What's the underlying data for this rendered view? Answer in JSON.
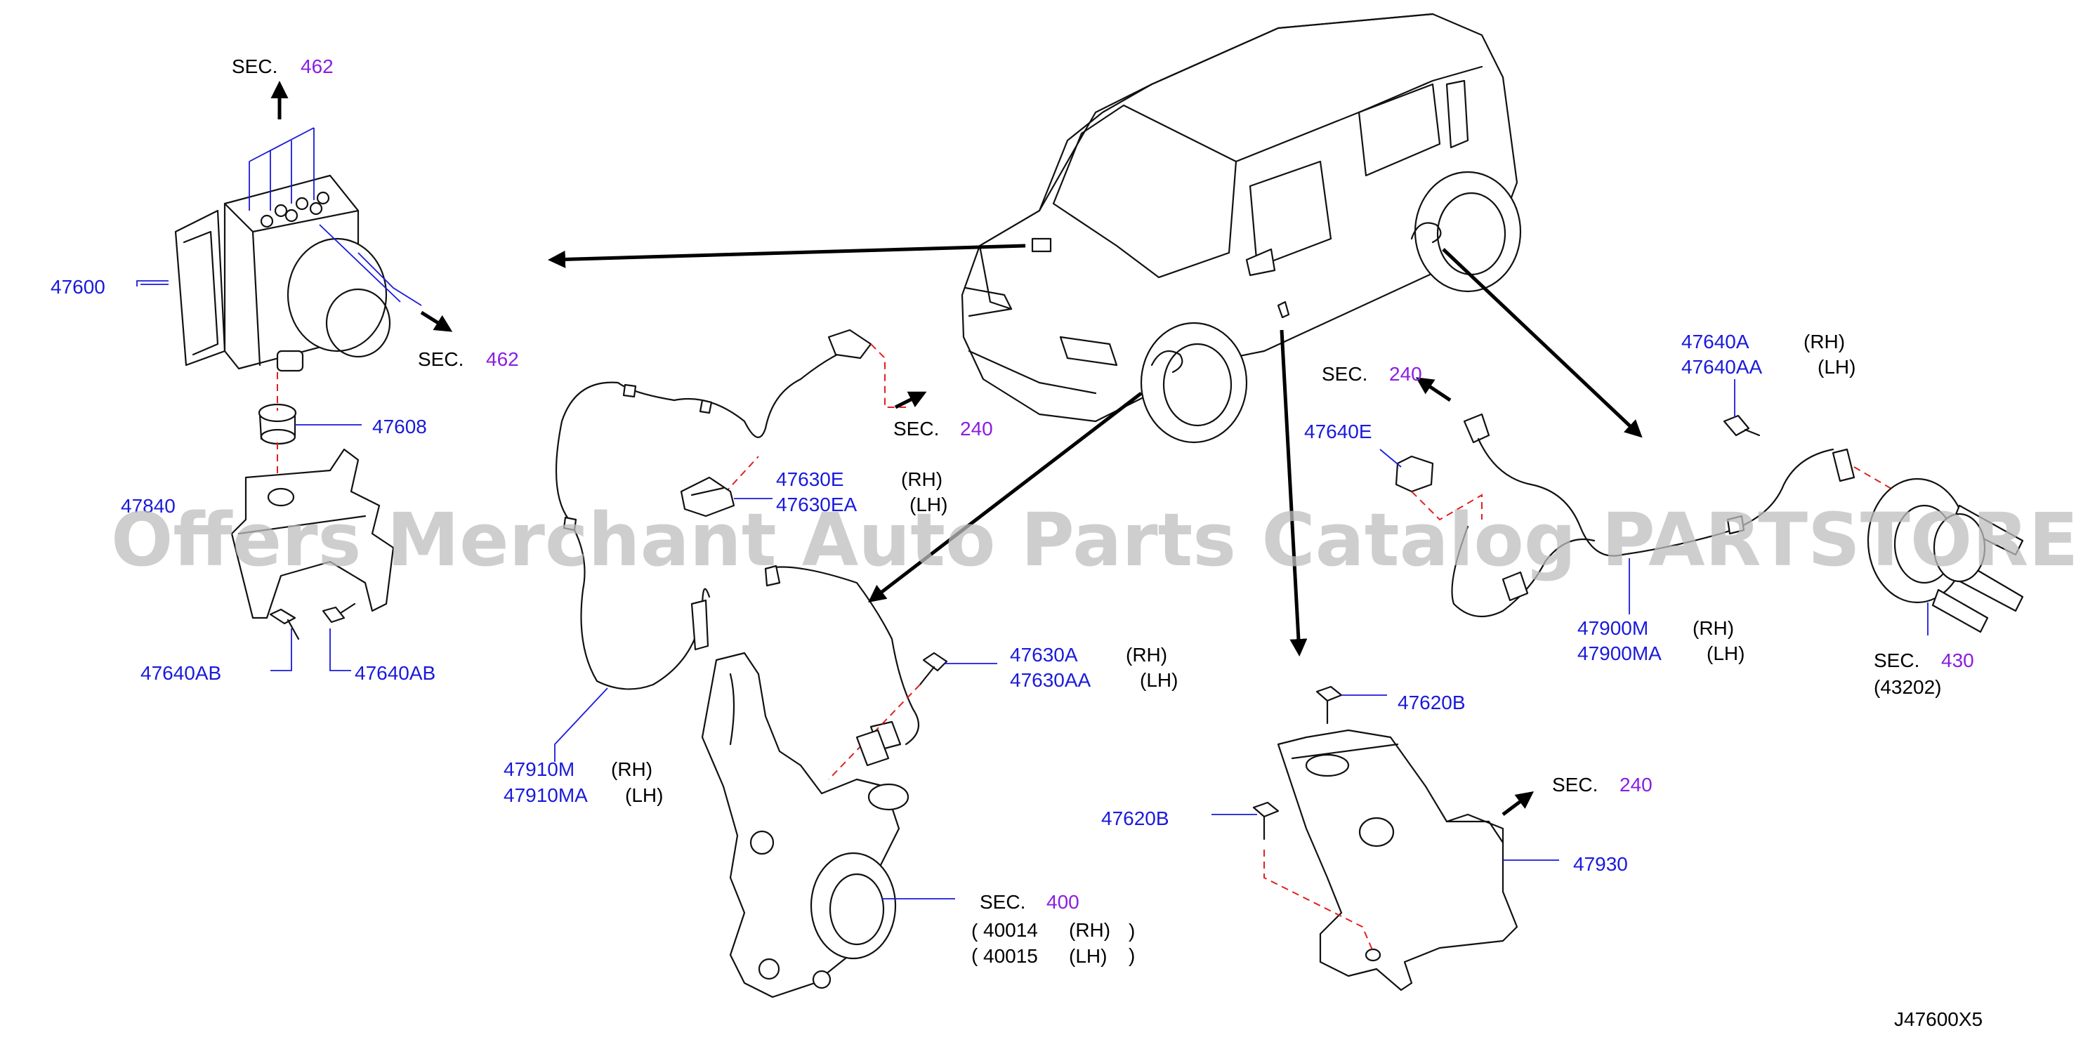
{
  "diagram_code": "J47600X5",
  "watermark": "Offers Merchant Auto Parts Catalog PARTSTORE.SA",
  "colors": {
    "part_number": "#1a1adb",
    "section_number": "#8a1ee0",
    "dashed_guide": "#e02020",
    "line": "#111111"
  },
  "sections": {
    "sec_462_top": {
      "prefix": "SEC.",
      "number": "462"
    },
    "sec_462_right": {
      "prefix": "SEC.",
      "number": "462"
    },
    "sec_240_wire": {
      "prefix": "SEC.",
      "number": "240"
    },
    "sec_240_rear": {
      "prefix": "SEC.",
      "number": "240"
    },
    "sec_240_bracket": {
      "prefix": "SEC.",
      "number": "240"
    },
    "sec_430": {
      "prefix": "SEC.",
      "number": "430",
      "ref": "(43202)"
    },
    "sec_400": {
      "prefix": "SEC.",
      "number": "400",
      "ref_rh": "40014",
      "ref_lh": "40015",
      "rh": "(RH)",
      "lh": "(LH)"
    }
  },
  "parts": {
    "p47600": "47600",
    "p47608": "47608",
    "p47840": "47840",
    "p47640ab_left": "47640AB",
    "p47640ab_right": "47640AB",
    "p47630e": {
      "rh_pn": "47630E",
      "lh_pn": "47630EA",
      "rh": "(RH)",
      "lh": "(LH)"
    },
    "p47630a": {
      "rh_pn": "47630A",
      "lh_pn": "47630AA",
      "rh": "(RH)",
      "lh": "(LH)"
    },
    "p47910m": {
      "rh_pn": "47910M",
      "lh_pn": "47910MA",
      "rh": "(RH)",
      "lh": "(LH)"
    },
    "p47640e": "47640E",
    "p47640a": {
      "rh_pn": "47640A",
      "lh_pn": "47640AA",
      "rh": "(RH)",
      "lh": "(LH)"
    },
    "p47900m": {
      "rh_pn": "47900M",
      "lh_pn": "47900MA",
      "rh": "(RH)",
      "lh": "(LH)"
    },
    "p47620b_top": "47620B",
    "p47620b_left": "47620B",
    "p47930": "47930"
  }
}
